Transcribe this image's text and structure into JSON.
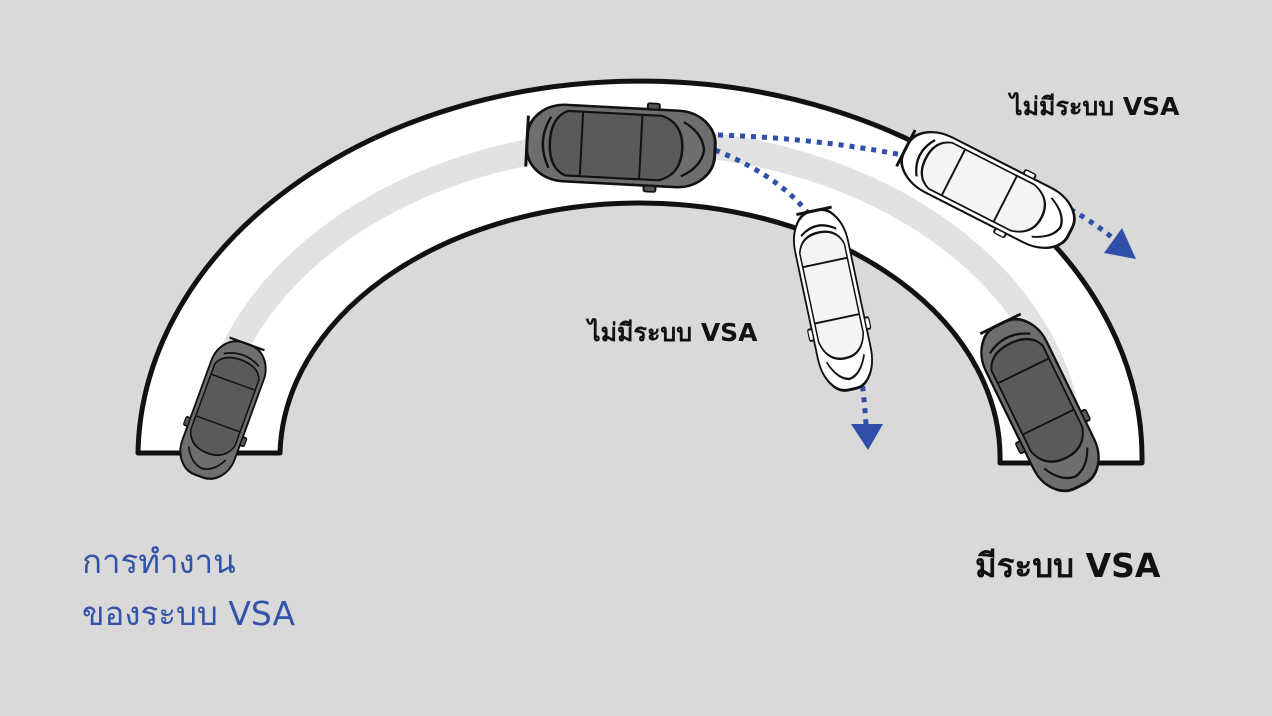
{
  "colors": {
    "background": "#d9d9d9",
    "road": "#ffffff",
    "road_edge": "#111111",
    "lane_stripe": "#e2e2e2",
    "car_dark": "#6e6e6e",
    "car_light": "#ffffff",
    "trajectory": "#2f4fa8",
    "caption": "#3353a8",
    "label": "#111111"
  },
  "labels": {
    "without_vsa_top": "ไม่มีระบบ VSA",
    "without_vsa_middle": "ไม่มีระบบ VSA",
    "with_vsa": "มีระบบ VSA"
  },
  "caption": {
    "line1": "การทำงาน",
    "line2": "ของระบบ VSA"
  },
  "icons": {
    "car_dark": "car-topview-dark-icon",
    "car_light": "car-topview-light-icon",
    "arrow": "triangle-arrow-icon"
  }
}
